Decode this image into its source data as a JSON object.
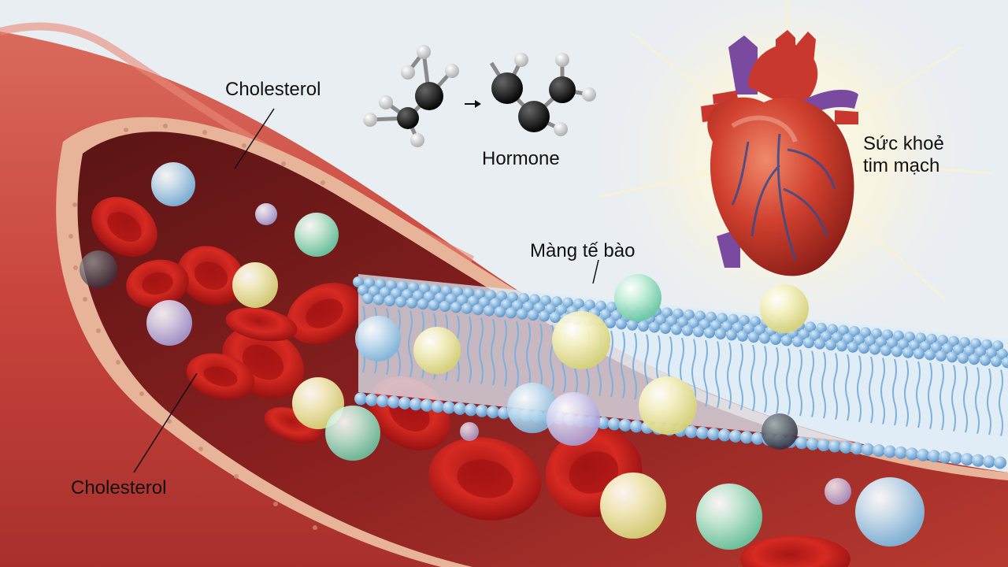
{
  "labels": {
    "cholesterol_top": "Cholesterol",
    "cholesterol_bottom": "Cholesterol",
    "hormone": "Hormone",
    "cell_membrane": "Màng tế bào",
    "heart_health_line1": "Sức khoẻ",
    "heart_health_line2": "tim mạch"
  },
  "colors": {
    "background": "#e9eef3",
    "vessel_red": "#c8443c",
    "blood_cell_red": "#c81d1d",
    "membrane_blue": "#7fb1dc",
    "heart_red": "#c8382e",
    "vessel_purple": "#7a4aa0"
  },
  "icons": [
    "blood-vessel-illustration",
    "red-blood-cell",
    "cholesterol-particle",
    "hormone-molecule",
    "cell-membrane-bilayer",
    "heart-illustration"
  ]
}
